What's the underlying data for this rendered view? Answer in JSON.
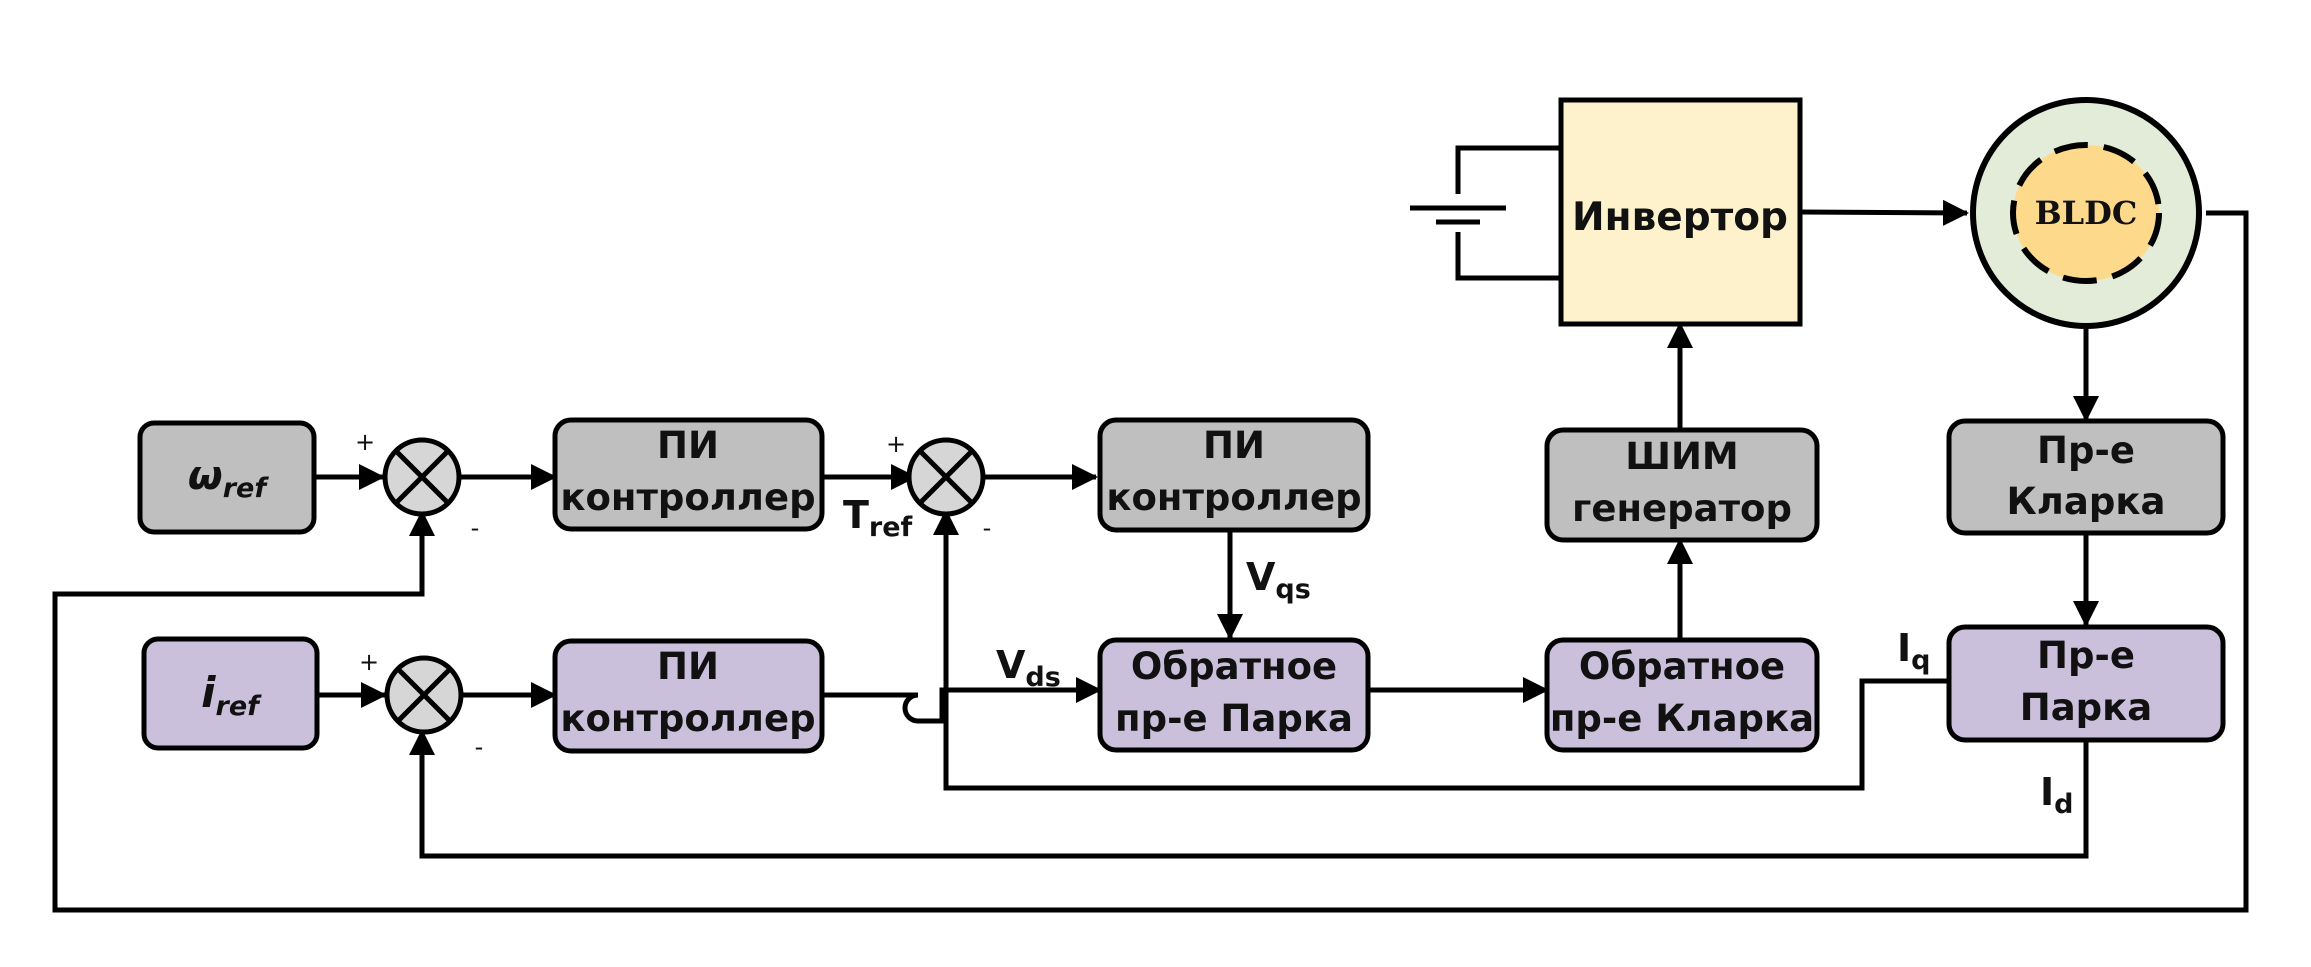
{
  "colors": {
    "gray_block": "#bfbfbf",
    "purple_block": "#cbc0dc",
    "inverter_fill": "#fdf2cc",
    "motor_ring": "#e3ecd8",
    "motor_core": "#fdd98b",
    "summer_fill": "#d6d6d6"
  },
  "blocks": {
    "omega_ref": {
      "main": "ω",
      "sub": "ref"
    },
    "i_ref": {
      "main": "i",
      "sub": "ref"
    },
    "pi_speed": {
      "line1": "ПИ",
      "line2": "контроллер"
    },
    "pi_d": {
      "line1": "ПИ",
      "line2": "контроллер"
    },
    "pi_q": {
      "line1": "ПИ",
      "line2": "контроллер"
    },
    "inv_park": {
      "line1": "Обратное",
      "line2": "пр-е Парка"
    },
    "inv_clarke": {
      "line1": "Обратное",
      "line2": "пр-е Кларка"
    },
    "pwm": {
      "line1": "ШИМ",
      "line2": "генератор"
    },
    "inverter": {
      "label": "Инвертор"
    },
    "motor": {
      "label": "BLDC"
    },
    "clarke": {
      "line1": "Пр-е",
      "line2": "Кларка"
    },
    "park": {
      "line1": "Пр-е",
      "line2": "Парка"
    }
  },
  "signs": {
    "plus": "+",
    "minus": "-"
  },
  "signals": {
    "t_ref": {
      "main": "T",
      "sub": "ref"
    },
    "v_qs": {
      "main": "V",
      "sub": "qs"
    },
    "v_ds": {
      "main": "V",
      "sub": "ds"
    },
    "i_q": {
      "main": "I",
      "sub": "q"
    },
    "i_d": {
      "main": "I",
      "sub": "d"
    }
  }
}
